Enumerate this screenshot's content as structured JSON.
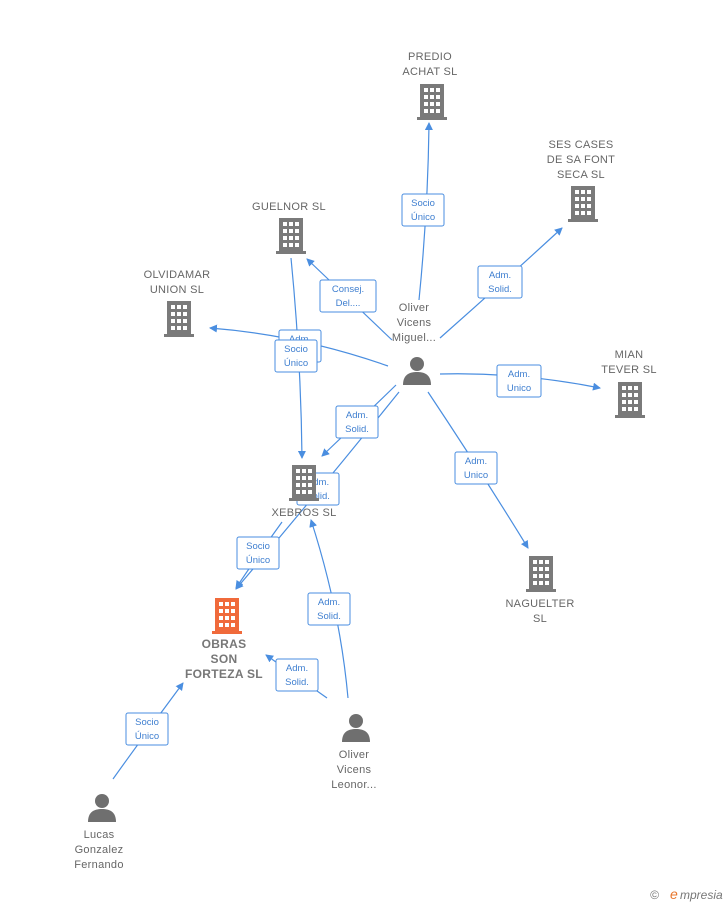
{
  "colors": {
    "edge": "#4a8ee0",
    "company": "#7a7a7a",
    "focus_company": "#f06a3b",
    "person": "#6f6f6f",
    "label": "#666666",
    "brand_accent": "#e8772e"
  },
  "nodes": [
    {
      "id": "predio",
      "type": "company",
      "icon": "building-icon",
      "lines": [
        "PREDIO",
        "ACHAT  SL"
      ]
    },
    {
      "id": "ses",
      "type": "company",
      "icon": "building-icon",
      "lines": [
        "SES CASES",
        "DE SA FONT",
        "SECA  SL"
      ]
    },
    {
      "id": "guelnor",
      "type": "company",
      "icon": "building-icon",
      "lines": [
        "GUELNOR SL"
      ]
    },
    {
      "id": "olvidamar",
      "type": "company",
      "icon": "building-icon",
      "lines": [
        "OLVIDAMAR",
        "UNION  SL"
      ]
    },
    {
      "id": "mian",
      "type": "company",
      "icon": "building-icon",
      "lines": [
        "MIAN",
        "TEVER  SL"
      ]
    },
    {
      "id": "xebros",
      "type": "company",
      "icon": "building-icon",
      "lines": [
        "XEBROS  SL"
      ]
    },
    {
      "id": "naguelter",
      "type": "company",
      "icon": "building-icon",
      "lines": [
        "NAGUELTER",
        "SL"
      ]
    },
    {
      "id": "obras",
      "type": "focus",
      "icon": "building-icon",
      "lines": [
        "OBRAS",
        "SON",
        "FORTEZA  SL"
      ]
    },
    {
      "id": "oliver_m",
      "type": "person",
      "icon": "person-icon",
      "lines": [
        "Oliver",
        "Vicens",
        "Miguel..."
      ]
    },
    {
      "id": "oliver_l",
      "type": "person",
      "icon": "person-icon",
      "lines": [
        "Oliver",
        "Vicens",
        "Leonor..."
      ]
    },
    {
      "id": "lucas",
      "type": "person",
      "icon": "person-icon",
      "lines": [
        "Lucas",
        "Gonzalez",
        "Fernando"
      ]
    }
  ],
  "edges": [
    {
      "id": "e1",
      "label": [
        "Socio",
        "Único"
      ]
    },
    {
      "id": "e2",
      "label": [
        "Adm.",
        "Solid."
      ]
    },
    {
      "id": "e3",
      "label": [
        "Consej.",
        "Del...."
      ]
    },
    {
      "id": "e4",
      "label": [
        "Adm.",
        ""
      ]
    },
    {
      "id": "e5",
      "label": [
        "Socio",
        "Único"
      ]
    },
    {
      "id": "e6",
      "label": [
        "Adm.",
        "Unico"
      ]
    },
    {
      "id": "e7",
      "label": [
        "Adm.",
        "Solid."
      ]
    },
    {
      "id": "e8",
      "label": [
        "Adm.",
        "Solid."
      ]
    },
    {
      "id": "e9",
      "label": [
        "Adm.",
        "Unico"
      ]
    },
    {
      "id": "e10",
      "label": [
        "Socio",
        "Único"
      ]
    },
    {
      "id": "e11",
      "label": [
        "Adm.",
        "Solid."
      ]
    },
    {
      "id": "e12",
      "label": [
        "Adm.",
        "Solid."
      ]
    },
    {
      "id": "e13",
      "label": [
        "Socio",
        "Único"
      ]
    }
  ],
  "footer": {
    "copyright": "©",
    "brand_initial": "e",
    "brand_rest": "mpresia"
  }
}
